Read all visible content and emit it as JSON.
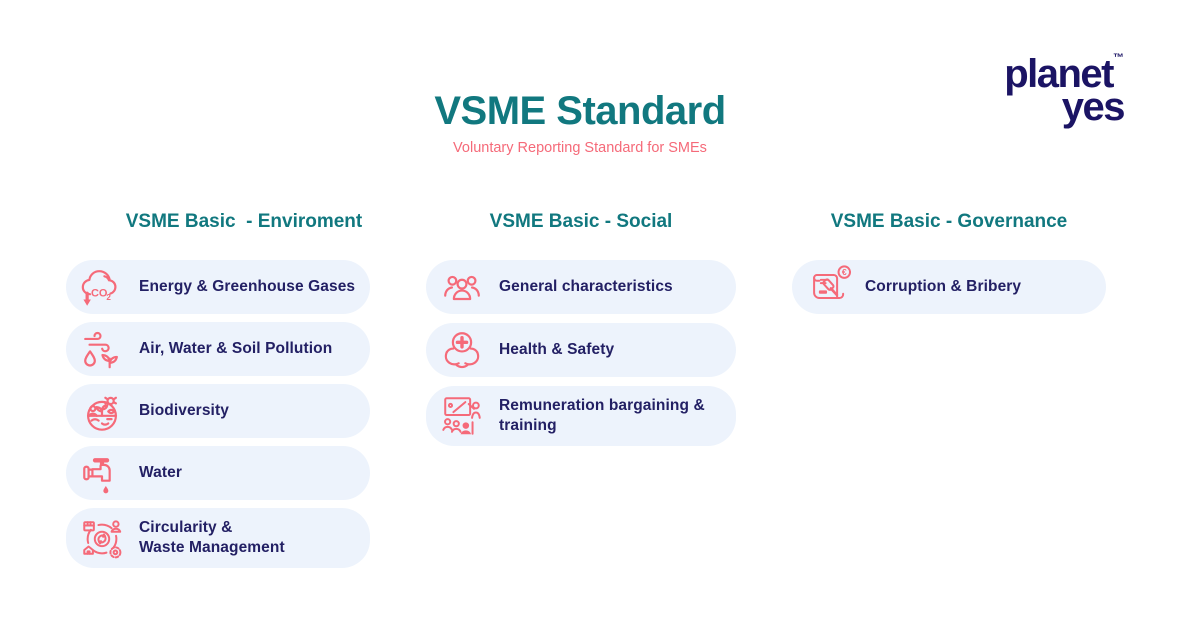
{
  "header": {
    "title": "VSME Standard",
    "subtitle": "Voluntary Reporting Standard for SMEs"
  },
  "logo": {
    "line1": "planet",
    "line2": "yes",
    "trademark": "™"
  },
  "colors": {
    "teal": "#11787f",
    "pink": "#f56a79",
    "navy_text": "#232064",
    "logo_navy": "#1b1464",
    "pill_background": "#edf3fc",
    "background": "#ffffff"
  },
  "columns": [
    {
      "id": "environment",
      "header": "VSME Basic  - Enviroment",
      "items": [
        {
          "icon": "co2-cloud-icon",
          "label": "Energy & Greenhouse Gases"
        },
        {
          "icon": "air-water-soil-icon",
          "label": "Air, Water & Soil Pollution"
        },
        {
          "icon": "biodiversity-icon",
          "label": "Biodiversity"
        },
        {
          "icon": "water-tap-icon",
          "label": "Water"
        },
        {
          "icon": "circularity-icon",
          "label": "Circularity &\nWaste Management"
        }
      ]
    },
    {
      "id": "social",
      "header": "VSME Basic - Social",
      "items": [
        {
          "icon": "people-group-icon",
          "label": "General characteristics"
        },
        {
          "icon": "health-safety-icon",
          "label": "Health & Safety"
        },
        {
          "icon": "training-icon",
          "label": "Remuneration bargaining &\ntraining"
        }
      ]
    },
    {
      "id": "governance",
      "header": "VSME Basic - Governance",
      "items": [
        {
          "icon": "gavel-scroll-euro-icon",
          "label": "Corruption & Bribery"
        }
      ]
    }
  ]
}
